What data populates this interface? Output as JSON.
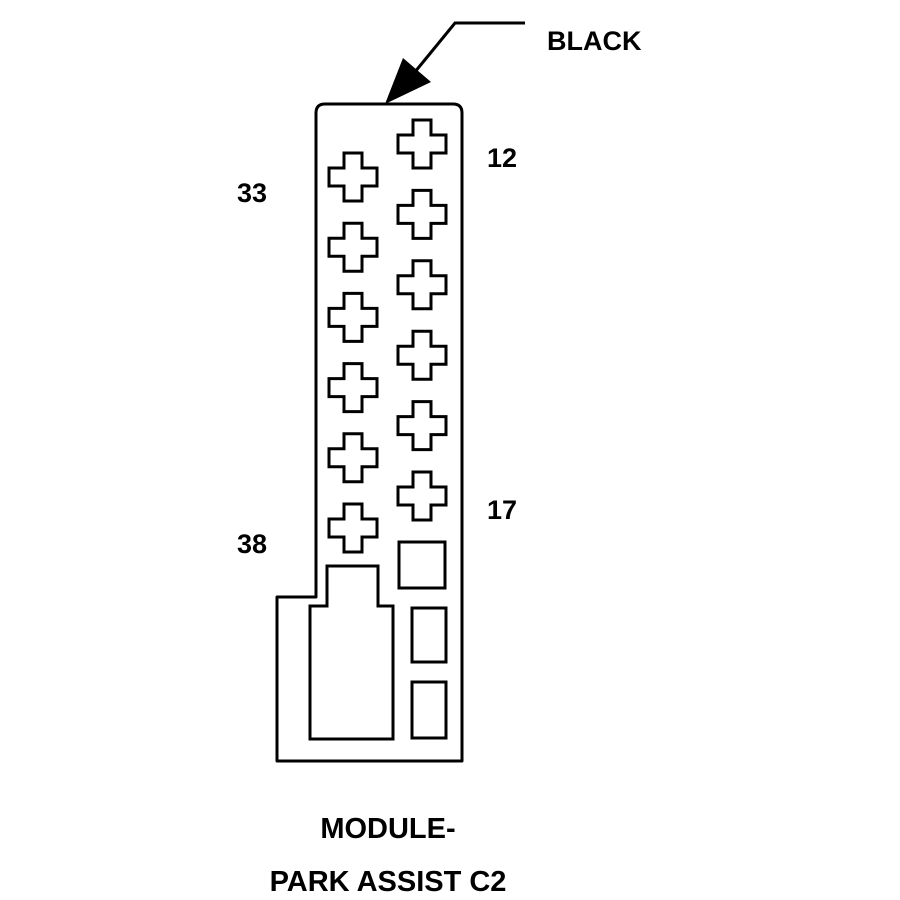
{
  "connector": {
    "color_label": "BLACK",
    "pin_labels": {
      "top_right": "12",
      "top_left": "33",
      "bottom_right": "17",
      "bottom_left": "38"
    },
    "title_line1": "MODULE-",
    "title_line2": "PARK ASSIST C2",
    "colors": {
      "stroke": "#000000",
      "background": "#ffffff"
    }
  }
}
